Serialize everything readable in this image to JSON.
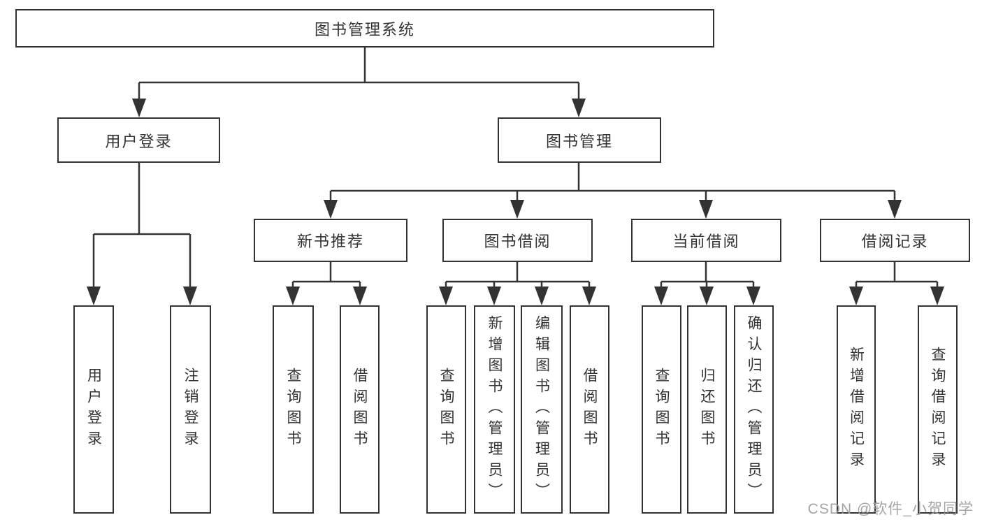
{
  "nodes": {
    "root": "图书管理系统",
    "user_login": "用户登录",
    "book_mgmt": "图书管理",
    "new_book": "新书推荐",
    "book_borrow": "图书借阅",
    "current_borrow": "当前借阅",
    "borrow_record": "借阅记录"
  },
  "leaves": {
    "user_login": [
      "用户登录",
      "注销登录"
    ],
    "new_book": [
      "查询图书",
      "借阅图书"
    ],
    "book_borrow": [
      "查询图书",
      "新增图书（管理员）",
      "编辑图书（管理员）",
      "借阅图书"
    ],
    "current_borrow": [
      "查询图书",
      "归还图书",
      "确认归还（管理员）"
    ],
    "borrow_record": [
      "新增借阅记录",
      "查询借阅记录"
    ]
  },
  "watermark": "CSDN @软件_小贺同学",
  "colors": {
    "line": "#333333",
    "text": "#333333",
    "watermark": "#9b9b9b",
    "background": "#ffffff"
  }
}
